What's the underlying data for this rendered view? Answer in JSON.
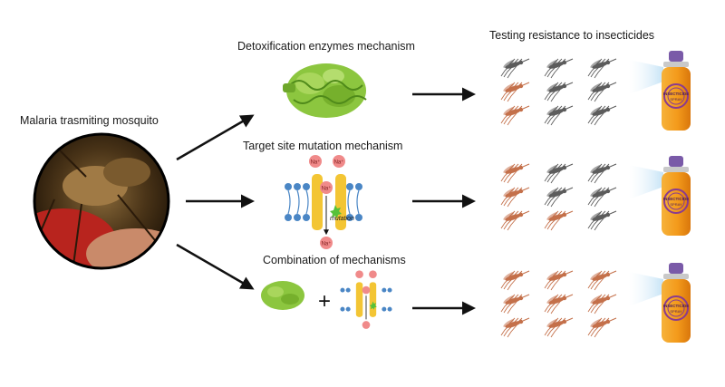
{
  "source": {
    "title": "Malaria trasmiting mosquito"
  },
  "mechanisms": [
    {
      "label": "Detoxification enzymes mechanism"
    },
    {
      "label": "Target site mutation mechanism",
      "ion_label": "Na⁺",
      "mutation_label": "mutation"
    },
    {
      "label": "Combination of mechanisms",
      "operator": "+"
    }
  ],
  "testing": {
    "title": "Testing resistance to insecticides",
    "can_label_line1": "INSECTICIDE",
    "can_label_line2": "SPRAY",
    "rows": [
      {
        "resistant_count": 2,
        "total": 9
      },
      {
        "resistant_count": 4,
        "total": 9
      },
      {
        "resistant_count": 9,
        "total": 9
      }
    ]
  },
  "colors": {
    "resistant": "#c4704a",
    "susceptible": "#5c5c5c",
    "enzyme": "#8cc63f",
    "helix": "#f3c534",
    "lipid": "#4a86c5",
    "ion": "#f08a8a",
    "can": "#f39a1b",
    "spray": "#cfe7f7"
  }
}
